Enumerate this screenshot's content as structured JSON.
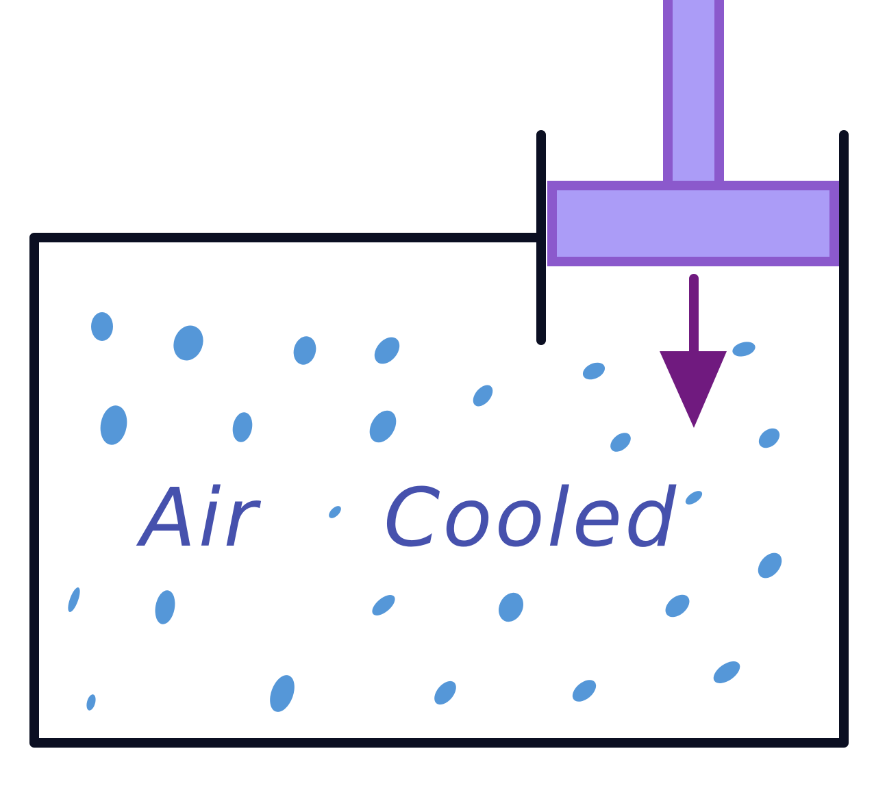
{
  "diagram": {
    "label_word_1": "Air",
    "label_word_2": "Cooled",
    "colors": {
      "container_outline": "#0b0f22",
      "piston_fill": "#ab9cf7",
      "piston_outline": "#8b59cc",
      "arrow": "#701a7f",
      "particles": "#5597d8",
      "label": "#4651ad"
    },
    "piston_motion": "down",
    "particles": "air-molecules"
  }
}
